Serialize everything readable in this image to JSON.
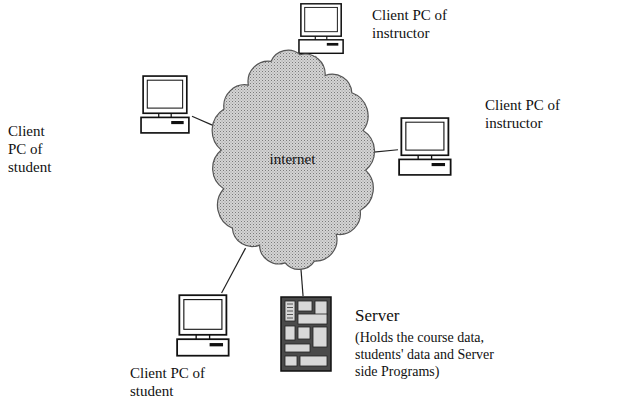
{
  "diagram": {
    "nodes": [
      {
        "text": [
          "Client PC of instructor"
        ]
      },
      {
        "text": [
          "Client PC of student"
        ]
      },
      {
        "text": [
          "internet"
        ]
      },
      {
        "text": [
          "Client PC of instructor"
        ]
      },
      {
        "text": [
          "Client PC of student"
        ]
      },
      {
        "text": [
          "Server",
          "(Holds the course data, students' data and Server side Programs)"
        ]
      }
    ],
    "edges": [
      {
        "from": 0,
        "to": 2,
        "arrow": "none"
      },
      {
        "from": 1,
        "to": 2,
        "arrow": "none"
      },
      {
        "from": 3,
        "to": 2,
        "arrow": "none"
      },
      {
        "from": 4,
        "to": 2,
        "arrow": "none"
      },
      {
        "from": 5,
        "to": 2,
        "arrow": "none"
      }
    ]
  }
}
